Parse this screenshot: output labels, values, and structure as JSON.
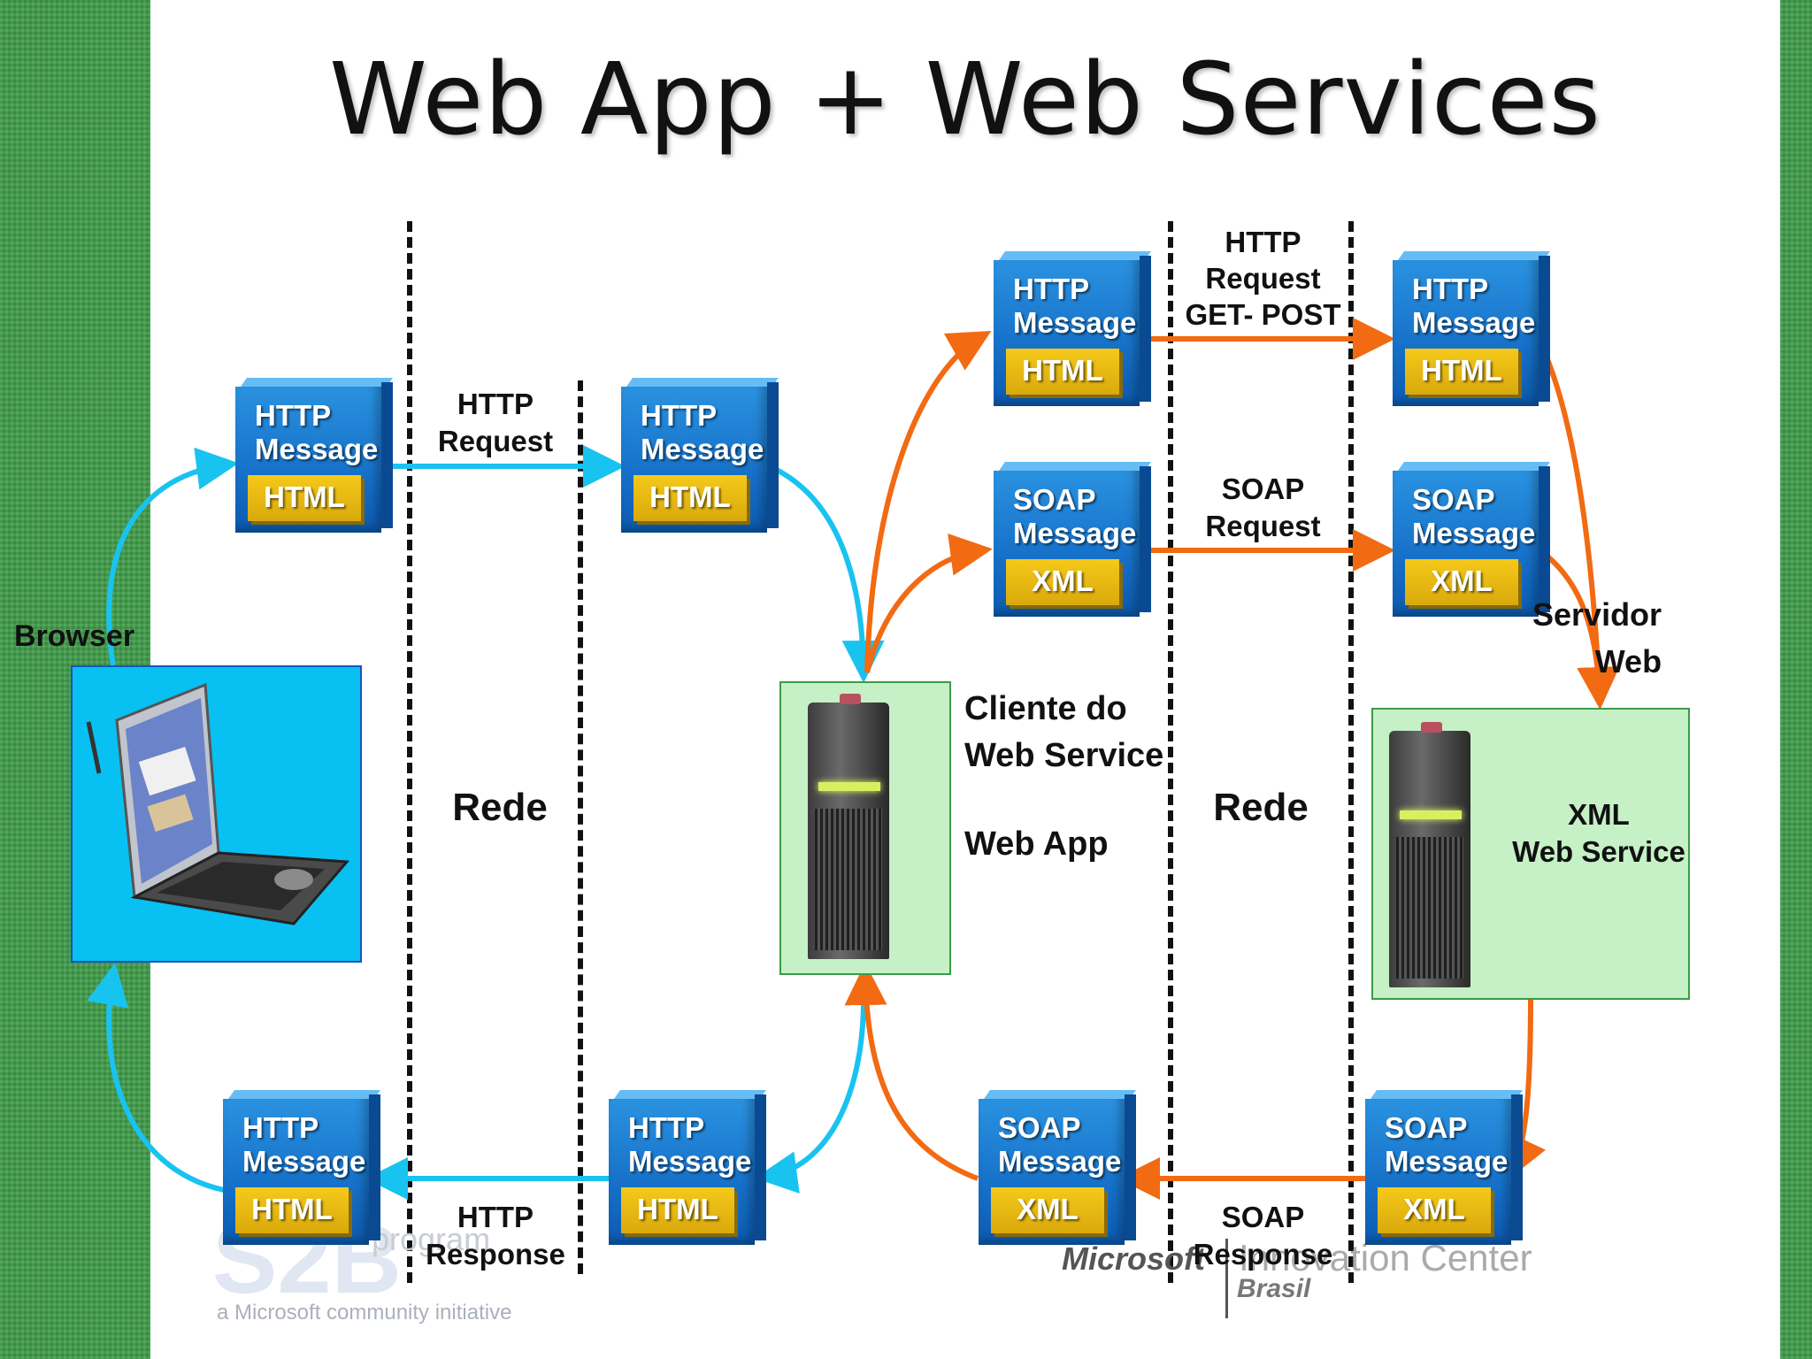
{
  "title": "Web App + Web Services",
  "labels": {
    "browser": "Browser",
    "rede_left": "Rede",
    "rede_right": "Rede",
    "http_request": "HTTP\nRequest",
    "http_request_get_post": "HTTP\nRequest\nGET- POST",
    "soap_request": "SOAP\nRequest",
    "http_response": "HTTP\nResponse",
    "soap_response": "SOAP\nResponse",
    "cliente_web_service": "Cliente do\nWeb Service",
    "web_app": "Web App",
    "servidor_web": "Servidor\nWeb",
    "xml_web_service": "XML\nWeb Service"
  },
  "messages": [
    {
      "id": "m1",
      "title": "HTTP\nMessage",
      "inner": "HTML"
    },
    {
      "id": "m2",
      "title": "HTTP\nMessage",
      "inner": "HTML"
    },
    {
      "id": "m3",
      "title": "HTTP\nMessage",
      "inner": "HTML"
    },
    {
      "id": "m4",
      "title": "HTTP\nMessage",
      "inner": "HTML"
    },
    {
      "id": "m5",
      "title": "SOAP\nMessage",
      "inner": "XML"
    },
    {
      "id": "m6",
      "title": "SOAP\nMessage",
      "inner": "XML"
    },
    {
      "id": "m7",
      "title": "HTTP\nMessage",
      "inner": "HTML"
    },
    {
      "id": "m8",
      "title": "HTTP\nMessage",
      "inner": "HTML"
    },
    {
      "id": "m9",
      "title": "SOAP\nMessage",
      "inner": "XML"
    },
    {
      "id": "m10",
      "title": "SOAP\nMessage",
      "inner": "XML"
    }
  ],
  "watermarks": {
    "s2b_tagline": "a Microsoft community initiative",
    "s2b_program": "program",
    "microsoft_innovation": "Innovation Center",
    "microsoft_brand": "Microsoft",
    "brasil": "Brasil"
  },
  "colors": {
    "http_arrow": "#19c3f0",
    "soap_arrow": "#f26a12",
    "slide_bg": "#ffffff",
    "side_green": "#3f9a48"
  }
}
